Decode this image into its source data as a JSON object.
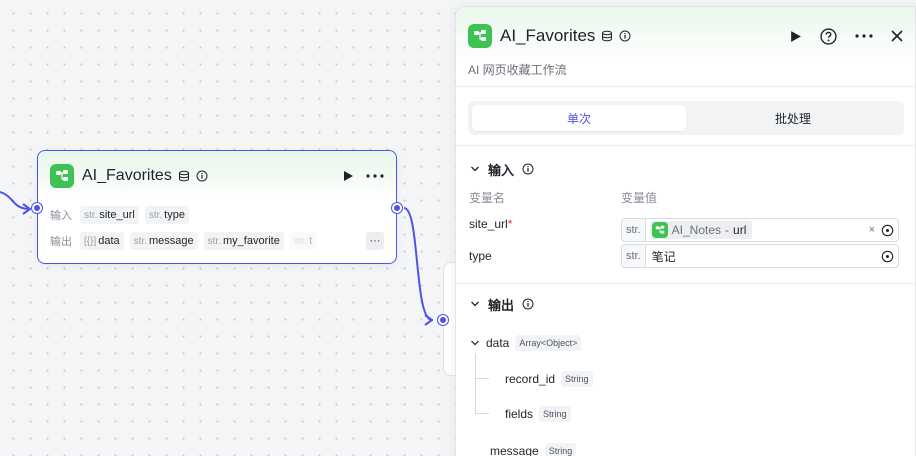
{
  "colors": {
    "accent": "#4d53e8",
    "plugin_green": "#3ec254",
    "required": "#e53935"
  },
  "node": {
    "title": "AI_Favorites",
    "icon": "plugin-icon",
    "input_label": "输入",
    "output_label": "输出",
    "inputs": [
      {
        "type": "str.",
        "name": "site_url"
      },
      {
        "type": "str.",
        "name": "type"
      }
    ],
    "outputs": [
      {
        "type": "[{}]",
        "name": "data"
      },
      {
        "type": "str.",
        "name": "message"
      },
      {
        "type": "str.",
        "name": "my_favorite"
      },
      {
        "type": "str.",
        "name": "t"
      }
    ],
    "more": "···"
  },
  "panel": {
    "title": "AI_Favorites",
    "description": "AI 网页收藏工作流",
    "tabs": [
      {
        "label": "单次",
        "active": true
      },
      {
        "label": "批处理",
        "active": false
      }
    ],
    "input_section": {
      "title": "输入",
      "col_name": "变量名",
      "col_value": "变量值",
      "params": [
        {
          "name": "site_url",
          "required_mark": "*",
          "type": "str.",
          "ref_node": "AI_Notes",
          "ref_sep": "-",
          "ref_field": "url",
          "clear": "×"
        },
        {
          "name": "type",
          "type": "str.",
          "value": "笔记"
        }
      ]
    },
    "output_section": {
      "title": "输出",
      "fields": [
        {
          "name": "data",
          "type": "Array<Object>"
        },
        {
          "name": "record_id",
          "type": "String"
        },
        {
          "name": "fields",
          "type": "String"
        },
        {
          "name": "message",
          "type": "String"
        }
      ]
    }
  }
}
